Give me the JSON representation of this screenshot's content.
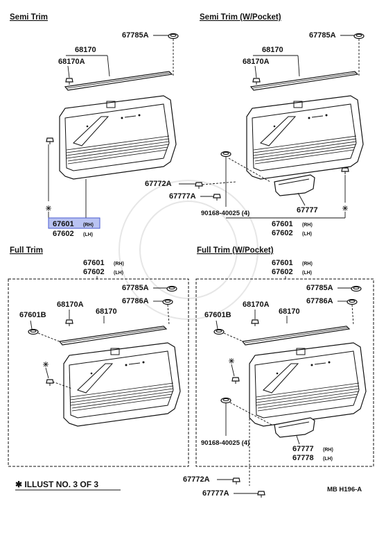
{
  "sections": {
    "semi_trim": "Semi Trim",
    "semi_trim_pocket": "Semi Trim (W/Pocket)",
    "full_trim": "Full Trim",
    "full_trim_pocket": "Full Trim (W/Pocket)"
  },
  "parts": {
    "p67785A": "67785A",
    "p68170": "68170",
    "p68170A": "68170A",
    "p67601": "67601",
    "p67602": "67602",
    "p67772A": "67772A",
    "p67777A": "67777A",
    "p90168": "90168-40025 (4)",
    "p67777": "67777",
    "p67786A": "67786A",
    "p67601B": "67601B",
    "p67778": "67778"
  },
  "suffix": {
    "rh": "(RH)",
    "lh": "(LH)"
  },
  "symbols": {
    "asterisk": "✱"
  },
  "footer": {
    "illust": "✱ ILLUST  NO.  3  OF  3",
    "code": "MB  H196-A"
  },
  "highlight_color": "#b9c3f2"
}
